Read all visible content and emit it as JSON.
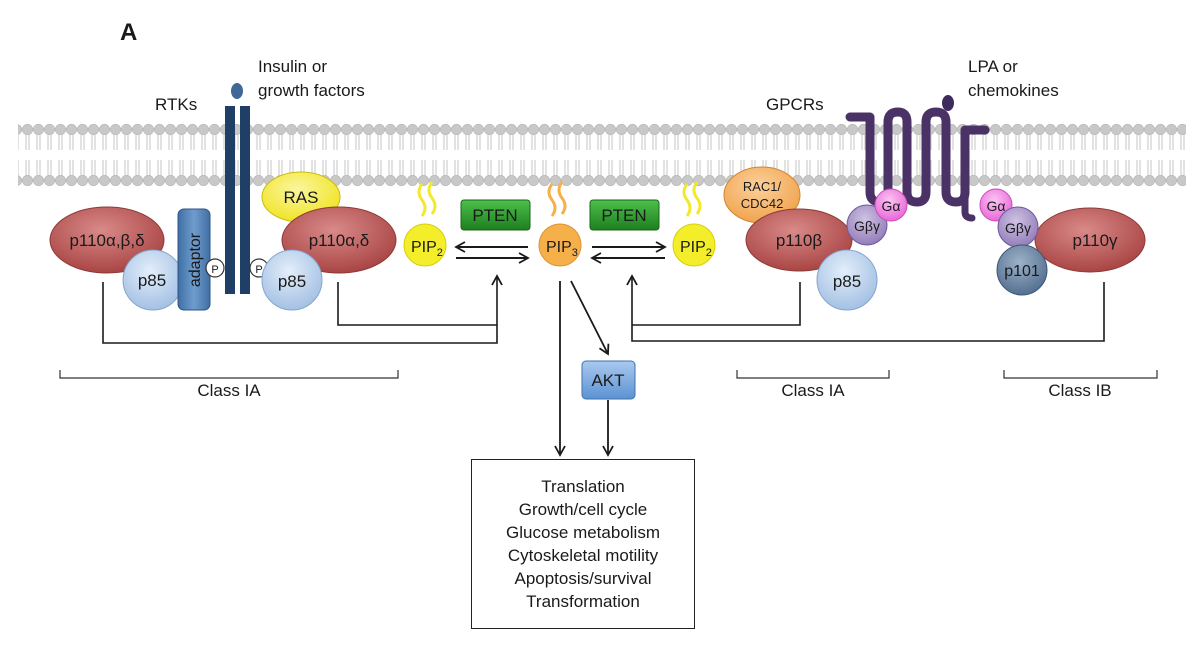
{
  "panel_label": "A",
  "ligands": {
    "left": [
      "Insulin or",
      "growth factors"
    ],
    "right": [
      "LPA or",
      "chemokines"
    ]
  },
  "receptors": {
    "rtks": "RTKs",
    "gpcrs": "GPCRs"
  },
  "proteins": {
    "p110_abd": "p110α,β,δ",
    "p85_left": "p85",
    "adaptor": "adaptor",
    "phospho_1": "P",
    "phospho_2": "P",
    "ras": "RAS",
    "p110_ad": "p110α,δ",
    "p85_mid": "p85",
    "pten_left": "PTEN",
    "pten_right": "PTEN",
    "pip2_left_base": "PIP",
    "pip2_left_sub": "2",
    "pip3_base": "PIP",
    "pip3_sub": "3",
    "pip2_right_base": "PIP",
    "pip2_right_sub": "2",
    "rac1": [
      "RAC1/",
      "CDC42"
    ],
    "p110_b": "p110β",
    "p85_right": "p85",
    "gbg_left": "Gβγ",
    "ga_left": "Gα",
    "ga_right": "Gα",
    "gbg_right": "Gβγ",
    "p101": "p101",
    "p110_g": "p110γ",
    "akt": "AKT"
  },
  "classes": {
    "left": "Class IA",
    "mid": "Class IA",
    "right": "Class IB"
  },
  "outputs": [
    "Translation",
    "Growth/cell cycle",
    "Glucose metabolism",
    "Cytoskeletal motility",
    "Apoptosis/survival",
    "Transformation"
  ],
  "colors": {
    "membrane": "#c9c9c9",
    "receptor_blue": "#1f3f66",
    "p110_red": "#b85a59",
    "p85_blue": "#b8d0ec",
    "adaptor_blue": "#4f7fb3",
    "ras_yellow": "#f5ec3c",
    "pten_green": "#2e9a2e",
    "pip2_yellow": "#f4ee2a",
    "pip3_orange": "#f6b04a",
    "gpcr_purple": "#4a3266",
    "galpha_pink": "#f07ee0",
    "gbg_purple": "#a48fc6",
    "p101_blue": "#5a7595",
    "akt_blue": "#6b9fd8"
  }
}
